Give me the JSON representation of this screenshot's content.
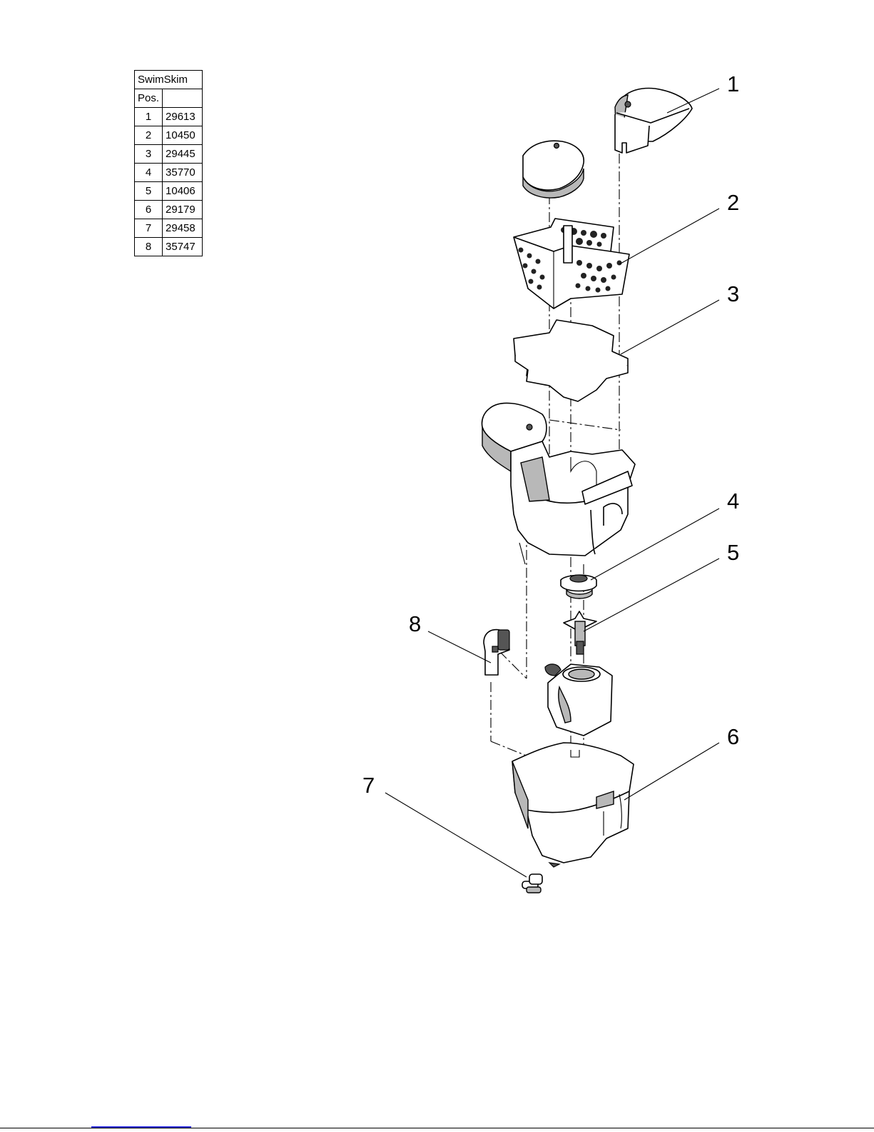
{
  "parts_table": {
    "title": "SwimSkim",
    "pos_header": "Pos.",
    "rows": [
      {
        "pos": "1",
        "number": "29613"
      },
      {
        "pos": "2",
        "number": "10450"
      },
      {
        "pos": "3",
        "number": "29445"
      },
      {
        "pos": "4",
        "number": "35770"
      },
      {
        "pos": "5",
        "number": "10406"
      },
      {
        "pos": "6",
        "number": "29179"
      },
      {
        "pos": "7",
        "number": "29458"
      },
      {
        "pos": "8",
        "number": "35747"
      }
    ]
  },
  "callouts": [
    "1",
    "2",
    "3",
    "4",
    "5",
    "6",
    "7",
    "8"
  ]
}
